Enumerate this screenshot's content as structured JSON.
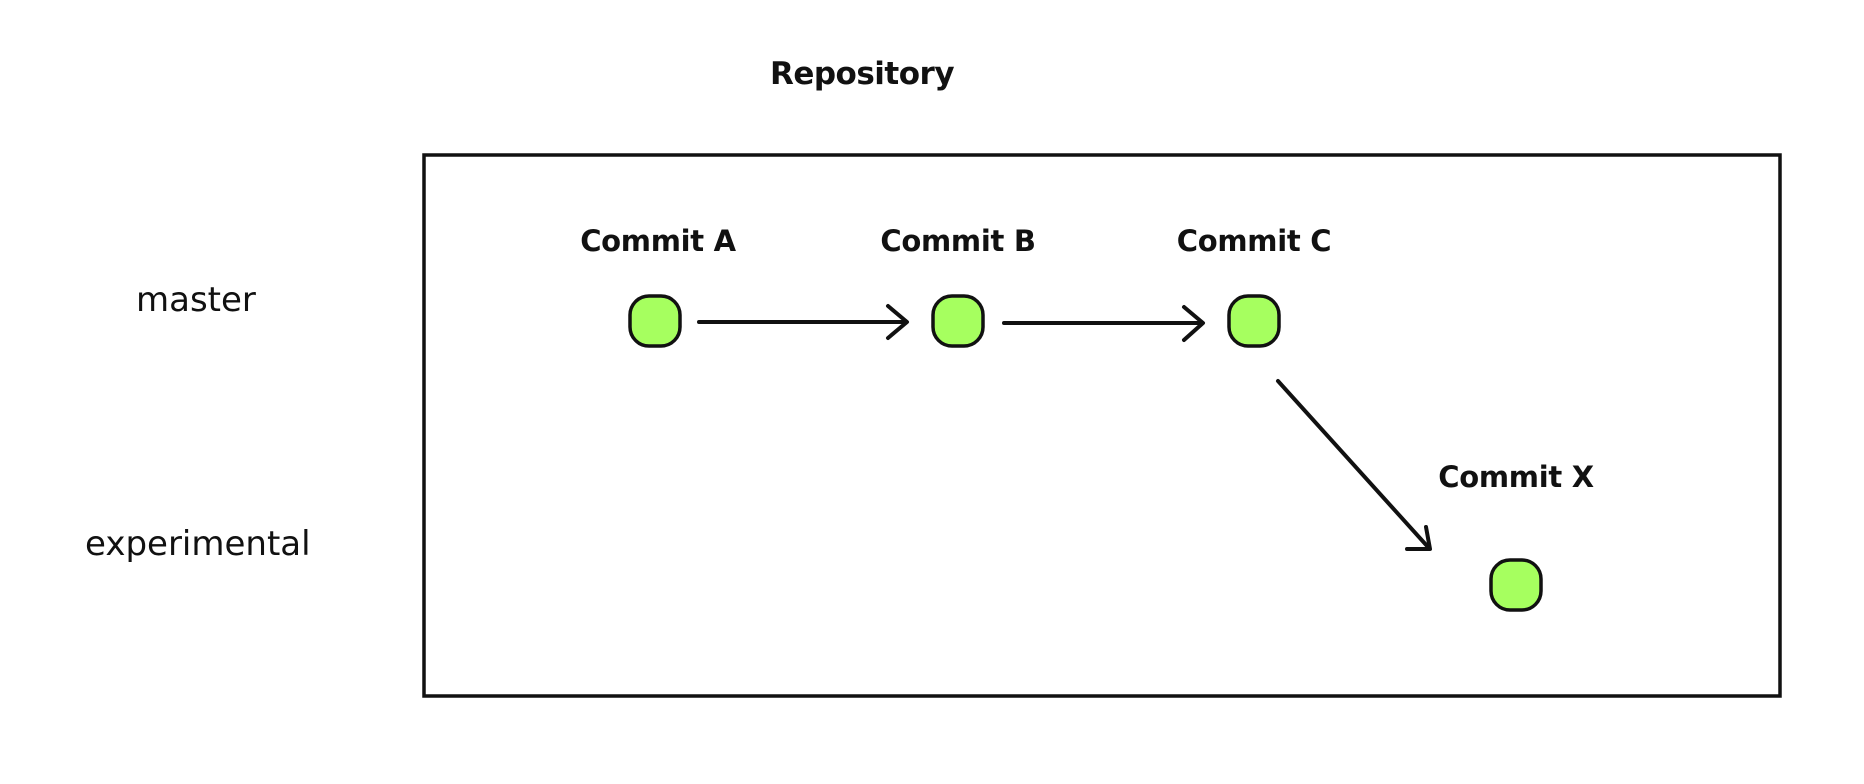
{
  "title": "Repository",
  "branches": [
    {
      "label": "master"
    },
    {
      "label": "experimental"
    }
  ],
  "commits": [
    {
      "label": "Commit A",
      "branch": "master"
    },
    {
      "label": "Commit B",
      "branch": "master"
    },
    {
      "label": "Commit C",
      "branch": "master"
    },
    {
      "label": "Commit X",
      "branch": "experimental"
    }
  ],
  "edges": [
    {
      "from": "Commit A",
      "to": "Commit B"
    },
    {
      "from": "Commit B",
      "to": "Commit C"
    },
    {
      "from": "Commit C",
      "to": "Commit X"
    }
  ],
  "colors": {
    "commit_fill": "#a6ff5f",
    "stroke": "#111111",
    "background": "#ffffff"
  }
}
